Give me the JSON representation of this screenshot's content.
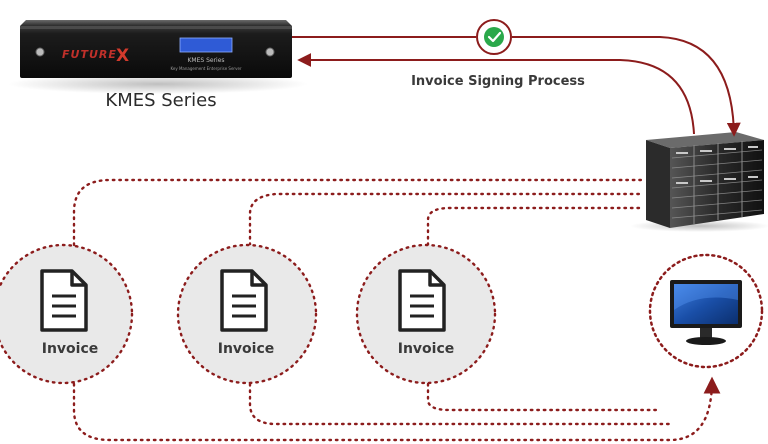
{
  "device": {
    "label": "KMES Series",
    "brand": "FUTUREX",
    "panel_title": "KMES Series",
    "panel_subtitle": "Key Management Enterprise Server"
  },
  "process": {
    "label": "Invoice Signing Process",
    "status_icon": "checkmark-icon"
  },
  "documents": [
    {
      "label": "Invoice"
    },
    {
      "label": "Invoice"
    },
    {
      "label": "Invoice"
    }
  ],
  "colors": {
    "flow": "#8c1c1c",
    "check": "#2aa84a",
    "circle_fill": "#e9e9e9",
    "lcd": "#2f5bd6"
  }
}
